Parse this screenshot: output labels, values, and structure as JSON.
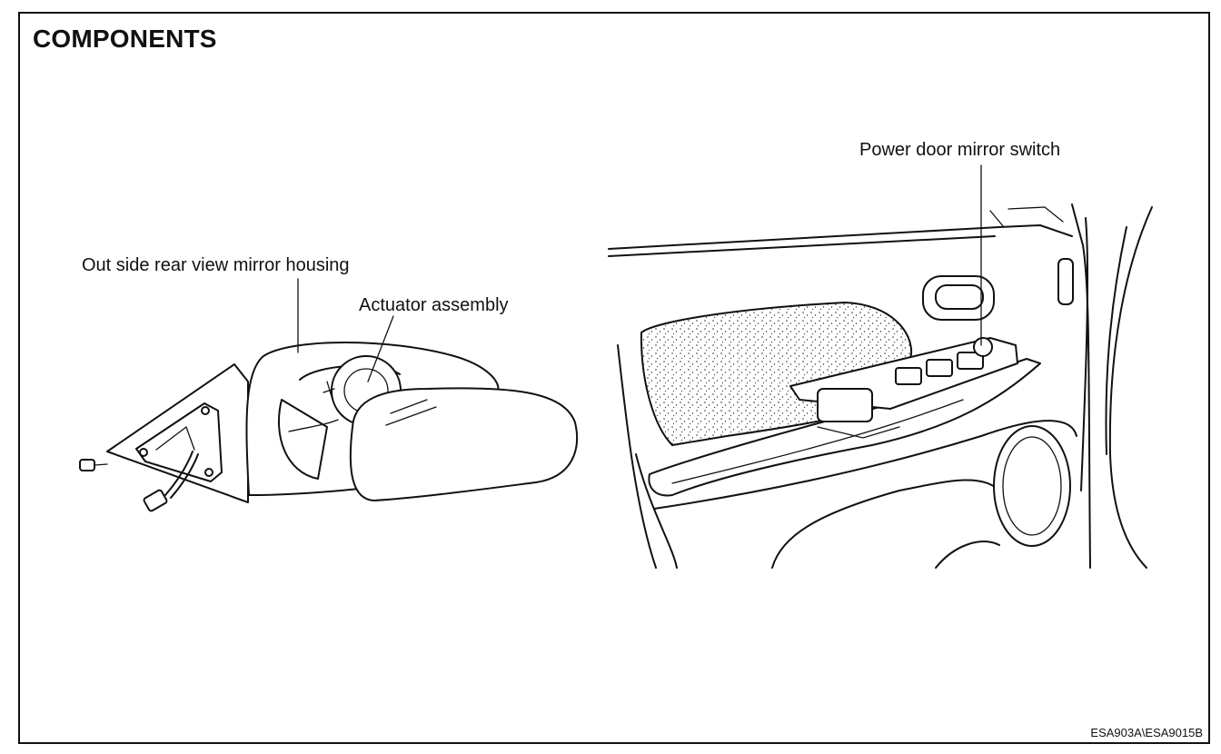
{
  "title": "COMPONENTS",
  "labels": {
    "mirror_housing": "Out side rear view mirror housing",
    "actuator": "Actuator assembly",
    "mirror_switch": "Power door mirror switch"
  },
  "figure_code": "ESA903A\\ESA9015B"
}
